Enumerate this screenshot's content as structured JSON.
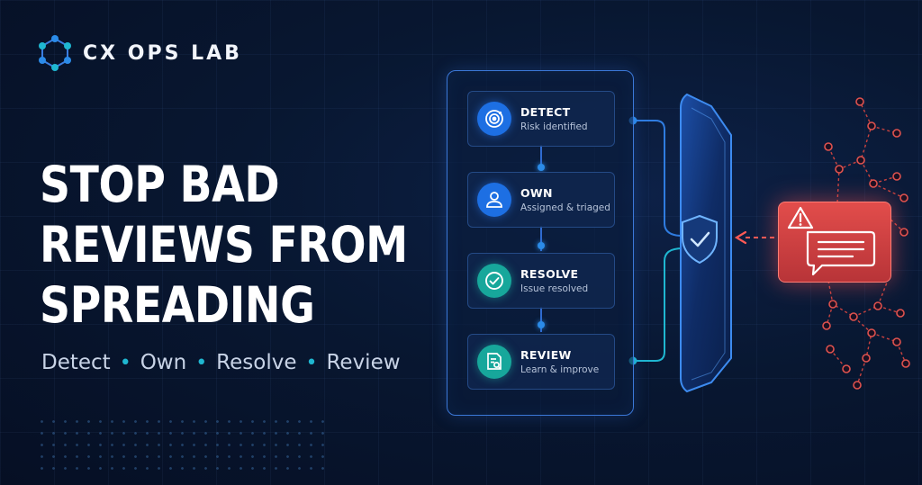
{
  "brand": {
    "name": "CX OPS LAB",
    "logo_icon": "hexagon-network-icon"
  },
  "headline": {
    "lines": [
      "STOP BAD",
      "REVIEWS FROM",
      "SPREADING"
    ]
  },
  "tagline": {
    "items": [
      "Detect",
      "Own",
      "Resolve",
      "Review"
    ],
    "separator": "•"
  },
  "steps": [
    {
      "title": "DETECT",
      "subtitle": "Risk identified",
      "icon": "radar-target-icon",
      "color": "#1d6fe3"
    },
    {
      "title": "OWN",
      "subtitle": "Assigned & triaged",
      "icon": "user-icon",
      "color": "#1d6fe3"
    },
    {
      "title": "RESOLVE",
      "subtitle": "Issue resolved",
      "icon": "check-circle-icon",
      "color": "#17a79b"
    },
    {
      "title": "REVIEW",
      "subtitle": "Learn & improve",
      "icon": "document-search-icon",
      "color": "#17a79b"
    }
  ],
  "shield": {
    "icon": "shield-check-icon",
    "color": "#3d8bf0"
  },
  "alert": {
    "icon": "warning-message-icon",
    "color": "#e24d4b"
  },
  "colors": {
    "background": "#081731",
    "accent_blue": "#2b8be8",
    "accent_teal": "#1fb7d1",
    "danger": "#ff5a55"
  }
}
